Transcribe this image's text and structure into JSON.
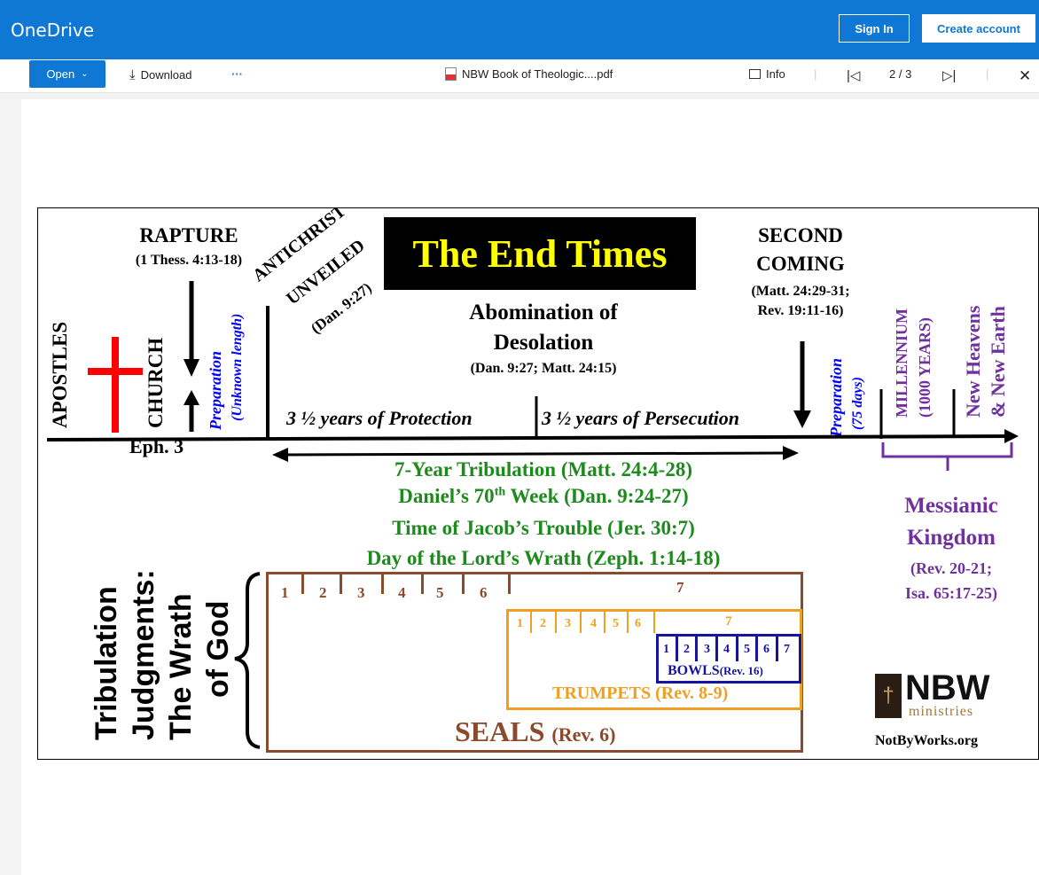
{
  "app": {
    "title": "OneDrive",
    "sign_in": "Sign In",
    "create_account": "Create account"
  },
  "toolbar": {
    "open": "Open",
    "download": "Download",
    "more": "···",
    "filename": "NBW Book of Theologic....pdf",
    "info": "Info",
    "page": "2 / 3"
  },
  "chart": {
    "title": "The End Times",
    "rapture": "RAPTURE",
    "rapture_ref": "(1 Thess. 4:13-18)",
    "apostles": "APOSTLES",
    "church": "CHURCH",
    "eph": "Eph. 3",
    "prep1": "Preparation",
    "prep1_sub": "(Unknown length)",
    "antichrist": "ANTICHRIST",
    "unveiled": "UNVEILED",
    "dan927": "(Dan. 9:27)",
    "abom1": "Abomination of",
    "abom2": "Desolation",
    "abom_ref": "(Dan. 9:27; Matt. 24:15)",
    "second1": "SECOND",
    "second2": "COMING",
    "second_ref1": "(Matt. 24:29-31;",
    "second_ref2": "Rev. 19:11-16)",
    "prep2": "Preparation",
    "prep2_sub": "(75 days)",
    "millennium": "MILLENNIUM",
    "millennium_sub": "(1000 YEARS)",
    "new_heavens": "New Heavens",
    "new_earth": "& New Earth",
    "protection": "3 ½ years of Protection",
    "persecution": "3 ½ years of Persecution",
    "trib1": "7-Year Tribulation (Matt. 24:4-28)",
    "trib2a": "Daniel’s 70",
    "trib2sup": "th",
    "trib2b": " Week (Dan. 9:24-27)",
    "trib3": "Time of Jacob’s Trouble (Jer. 30:7)",
    "trib4": "Day of the Lord’s Wrath (Zeph. 1:14-18)",
    "messianic1": "Messianic",
    "messianic2": "Kingdom",
    "messianic_ref1": "(Rev. 20-21;",
    "messianic_ref2": "Isa. 65:17-25)",
    "judg1": "Tribulation",
    "judg2": "Judgments:",
    "judg3": "The Wrath",
    "judg4": "of God",
    "seals_nums": [
      "1",
      "2",
      "3",
      "4",
      "5",
      "6",
      "7"
    ],
    "trumpet_nums": [
      "1",
      "2",
      "3",
      "4",
      "5",
      "6",
      "7"
    ],
    "bowl_nums": [
      "1",
      "2",
      "3",
      "4",
      "5",
      "6",
      "7"
    ],
    "bowls": "BOWLS",
    "bowls_ref": "(Rev. 16)",
    "trumpets": "TRUMPETS",
    "trumpets_ref": "(Rev. 8-9)",
    "seals": "SEALS",
    "seals_ref": "(Rev. 6)",
    "logo": "NBW",
    "logo_sub": "ministries",
    "site": "NotByWorks.org"
  },
  "colors": {
    "accent": "#0f78d4",
    "green": "#1e8a1e",
    "purple": "#7030a0",
    "blue": "#0000ff",
    "brown": "#8b4a2b",
    "orange": "#f0a020",
    "navy": "#1414a0",
    "yellow": "#ffff00",
    "red": "#ff0000"
  }
}
